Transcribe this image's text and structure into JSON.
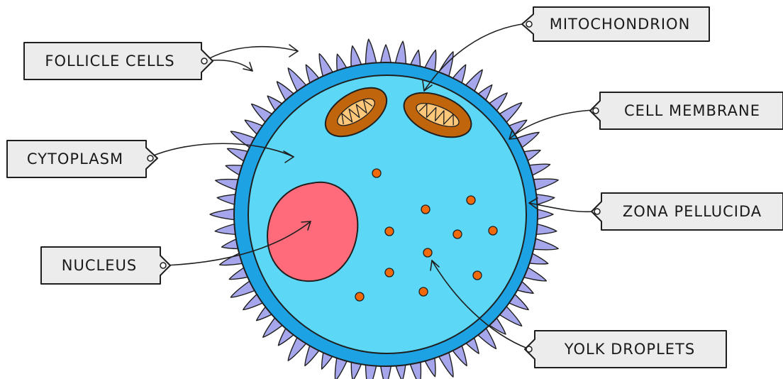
{
  "labels": {
    "follicle_cells": "FOLLICLE  CELLS",
    "mitochondrion": "MITOCHONDRION",
    "cell_membrane": "CELL  MEMBRANE",
    "cytoplasm": "CYTOPLASM",
    "zona_pellucida": "ZONA  PELLUCIDA",
    "nucleus": "NUCLEUS",
    "yolk_droplets": "YOLK  DROPLETS"
  },
  "colors": {
    "follicle_cells": "#a6a6ec",
    "zona_pellucida": "#1da3e3",
    "cytoplasm": "#5cd8f6",
    "nucleus": "#ff6b7a",
    "mitochondrion_outer": "#c0650b",
    "mitochondrion_inner": "#ffc77a",
    "yolk_droplets": "#f06a0c",
    "tag_fill": "#ececec",
    "outline": "#1f1f1f"
  }
}
